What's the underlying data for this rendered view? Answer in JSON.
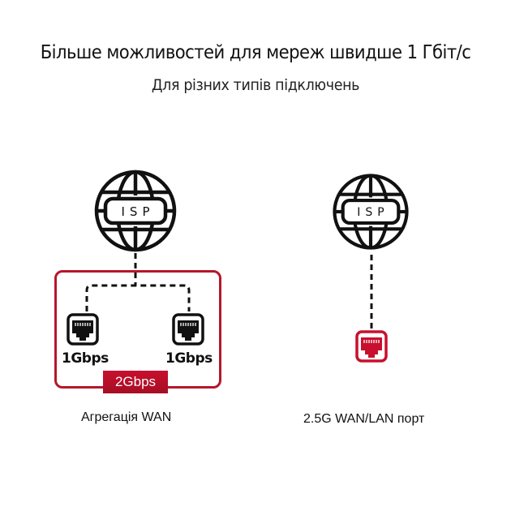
{
  "header": {
    "title": "Більше можливостей для мереж швидше 1 Гбіт/с",
    "subtitle": "Для різних типів підключень"
  },
  "left_diagram": {
    "globe_label": "ISP",
    "ports": [
      {
        "speed": "1Gbps"
      },
      {
        "speed": "1Gbps"
      }
    ],
    "aggregate_badge": "2Gbps",
    "caption": "Агрегація WAN"
  },
  "right_diagram": {
    "globe_label": "ISP",
    "caption": "2.5G WAN/LAN порт"
  },
  "colors": {
    "accent": "#c8102e",
    "border": "#b5172a",
    "icon": "#111111"
  }
}
